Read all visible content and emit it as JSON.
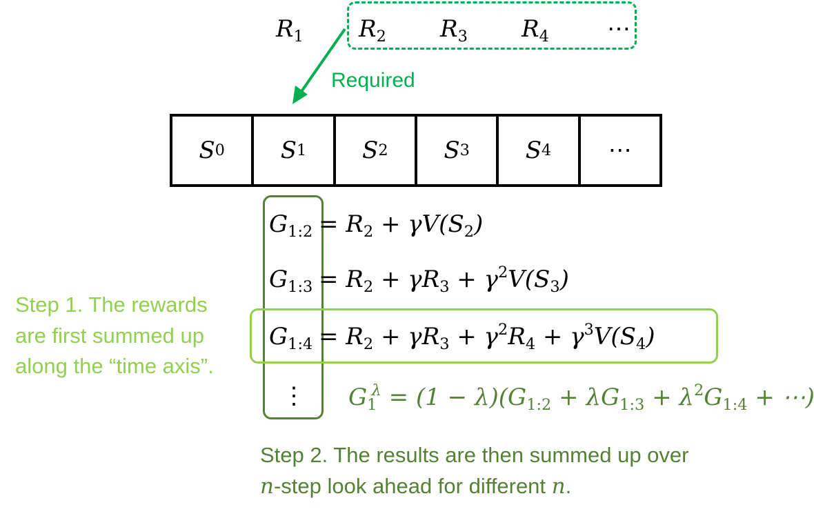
{
  "rewards": [
    {
      "sym": "R",
      "sub": "1"
    },
    {
      "sym": "R",
      "sub": "2"
    },
    {
      "sym": "R",
      "sub": "3"
    },
    {
      "sym": "R",
      "sub": "4"
    }
  ],
  "rewards_ellipsis": "⋯",
  "required_label": "Required",
  "states": [
    {
      "sym": "S",
      "sub": "0"
    },
    {
      "sym": "S",
      "sub": "1"
    },
    {
      "sym": "S",
      "sub": "2"
    },
    {
      "sym": "S",
      "sub": "3"
    },
    {
      "sym": "S",
      "sub": "4"
    }
  ],
  "states_ellipsis": "⋯",
  "returns": [
    {
      "lhs_sym": "G",
      "lhs_sub": "1:2",
      "rhs_html": "= <i>R</i><sub class=\"up\">2</sub> + <i>γV</i>(<i>S</i><sub class=\"up\">2</sub>)"
    },
    {
      "lhs_sym": "G",
      "lhs_sub": "1:3",
      "rhs_html": "= <i>R</i><sub class=\"up\">2</sub> + <i>γR</i><sub class=\"up\">3</sub> + <i>γ</i><sup class=\"up\">2</sup><i>V</i>(<i>S</i><sub class=\"up\">3</sub>)"
    },
    {
      "lhs_sym": "G",
      "lhs_sub": "1:4",
      "rhs_html": "= <i>R</i><sub class=\"up\">2</sub> + <i>γR</i><sub class=\"up\">3</sub> + <i>γ</i><sup class=\"up\">2</sup><i>R</i><sub class=\"up\">4</sub> + <i>γ</i><sup class=\"up\">3</sup><i>V</i>(<i>S</i><sub class=\"up\">4</sub>)"
    }
  ],
  "returns_vdots": "⋮",
  "lambda_return_html": "<i>G</i><sub class=\"up\">1</sub><sup style=\"margin-left:-0.35em\">λ</sup> = (1 − <i>λ</i>)(G<sub class=\"up\">1:2</sub> + <i>λG</i><sub class=\"up\">1:3</sub> + <i>λ</i><sup class=\"up\">2</sup><i>G</i><sub class=\"up\">1:4</sub> + ⋯)",
  "step1_lines": [
    "Step 1. The rewards",
    "are first summed up",
    "along the “time axis”."
  ],
  "step2_line1": "Step 2. The results are then summed up over",
  "step2_line2": {
    "n1": "n",
    "text": "-step look ahead for different ",
    "n2": "n",
    "end": "."
  },
  "colors": {
    "required_green": "#00b050",
    "light_green": "#92d050",
    "dark_green": "#548235"
  }
}
